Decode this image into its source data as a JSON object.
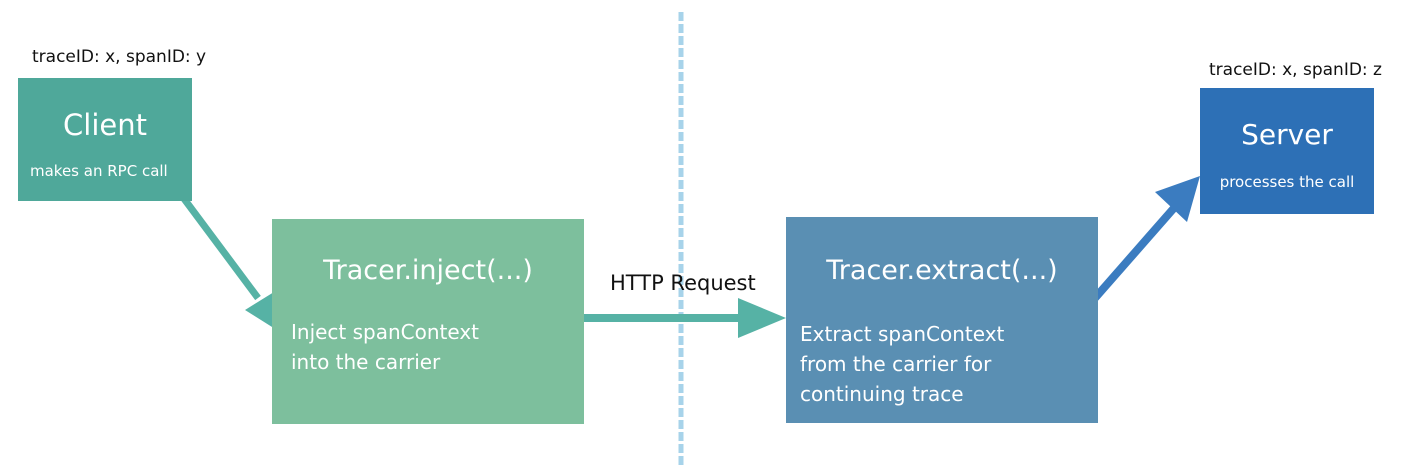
{
  "client": {
    "trace_label": "traceID: x, spanID: y",
    "title": "Client",
    "subtitle": "makes an RPC call"
  },
  "inject": {
    "title": "Tracer.inject(...)",
    "description": "Inject spanContext\ninto the carrier"
  },
  "http": {
    "label": "HTTP Request"
  },
  "extract": {
    "title": "Tracer.extract(...)",
    "description": "Extract spanContext\n from the carrier for\ncontinuing trace"
  },
  "server": {
    "trace_label": "traceID: x, spanID: z",
    "title": "Server",
    "subtitle": "processes the call"
  },
  "colors": {
    "client": "#4fa89a",
    "inject": "#7dbf9d",
    "extract": "#5a8fb3",
    "server": "#2d70b6",
    "teal_arrow": "#56b2a5",
    "blue_arrow": "#3b7cc0",
    "network_boundary": "#a7d3ea"
  }
}
